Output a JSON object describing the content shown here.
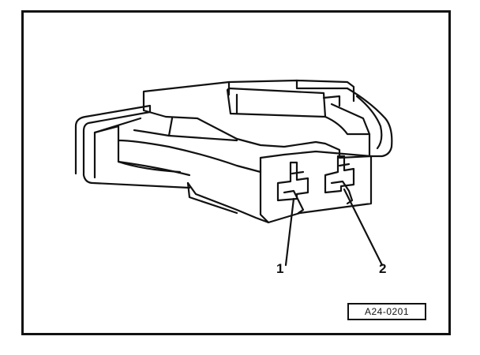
{
  "figure": {
    "reference_code": "A24-0201",
    "callouts": [
      {
        "label": "1"
      },
      {
        "label": "2"
      }
    ]
  }
}
